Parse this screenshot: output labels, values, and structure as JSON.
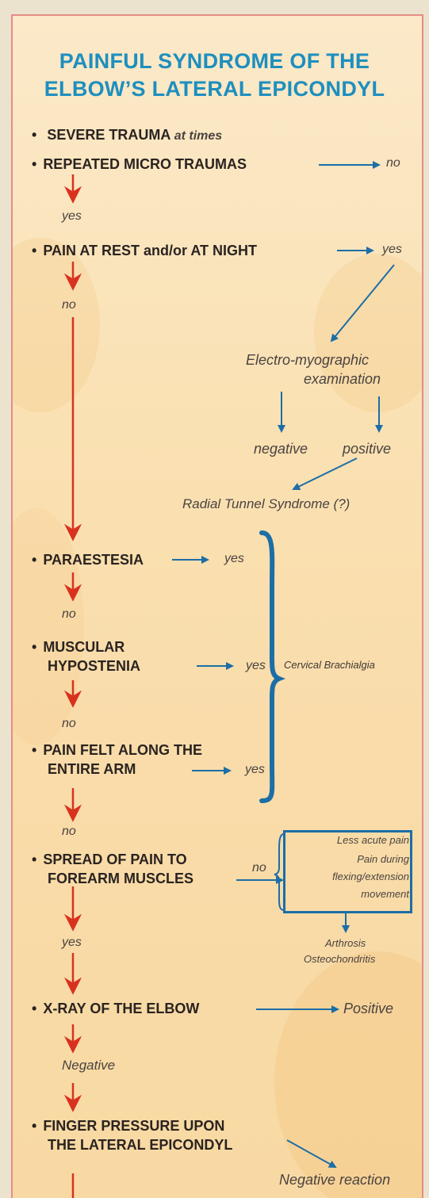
{
  "title_lines": [
    "PAINFUL SYNDROME OF THE",
    "ELBOW’S LATERAL EPICONDYL"
  ],
  "items": {
    "severe_trauma": "SEVERE TRAUMA",
    "severe_trauma_note": "at times",
    "micro_traumas": "REPEATED MICRO TRAUMAS",
    "pain_rest": "PAIN AT REST and/or AT NIGHT",
    "paraestesia": "PARAESTESIA",
    "muscular_1": "MUSCULAR",
    "muscular_2": "HYPOSTENIA",
    "pain_arm_1": "PAIN FELT ALONG THE",
    "pain_arm_2": "ENTIRE ARM",
    "spread_1": "SPREAD OF PAIN TO",
    "spread_2": "FOREARM MUSCLES",
    "xray": "X-RAY OF THE ELBOW",
    "finger_1": "FINGER PRESSURE UPON",
    "finger_2": "THE LATERAL EPICONDYL"
  },
  "answers": {
    "no_micro": "no",
    "yes_micro": "yes",
    "yes_rest": "yes",
    "no_rest": "no",
    "yes_paraestesia": "yes",
    "no_paraestesia": "no",
    "yes_hypostenia": "yes",
    "no_hypostenia": "no",
    "yes_arm": "yes",
    "no_arm": "no",
    "no_spread": "no",
    "yes_spread": "yes",
    "positive_xray": "Positive",
    "negative_xray": "Negative",
    "negative_reaction": "Negative reaction"
  },
  "emg": {
    "line1": "Electro-myographic",
    "line2": "examination",
    "negative": "negative",
    "positive": "positive",
    "result": "Radial Tunnel Syndrome (?)"
  },
  "cervical": "Cervical Brachialgia",
  "box": {
    "line1": "Less acute pain",
    "line2": "Pain during",
    "line3": "flexing/extension",
    "line4": "movement"
  },
  "arthrosis": [
    "Arthrosis",
    "Osteochondritis"
  ],
  "colors": {
    "title": "#1d8fbf",
    "blue_arrow": "#1c6ea6",
    "red_arrow": "#d8321f",
    "frame": "#e58c86"
  }
}
